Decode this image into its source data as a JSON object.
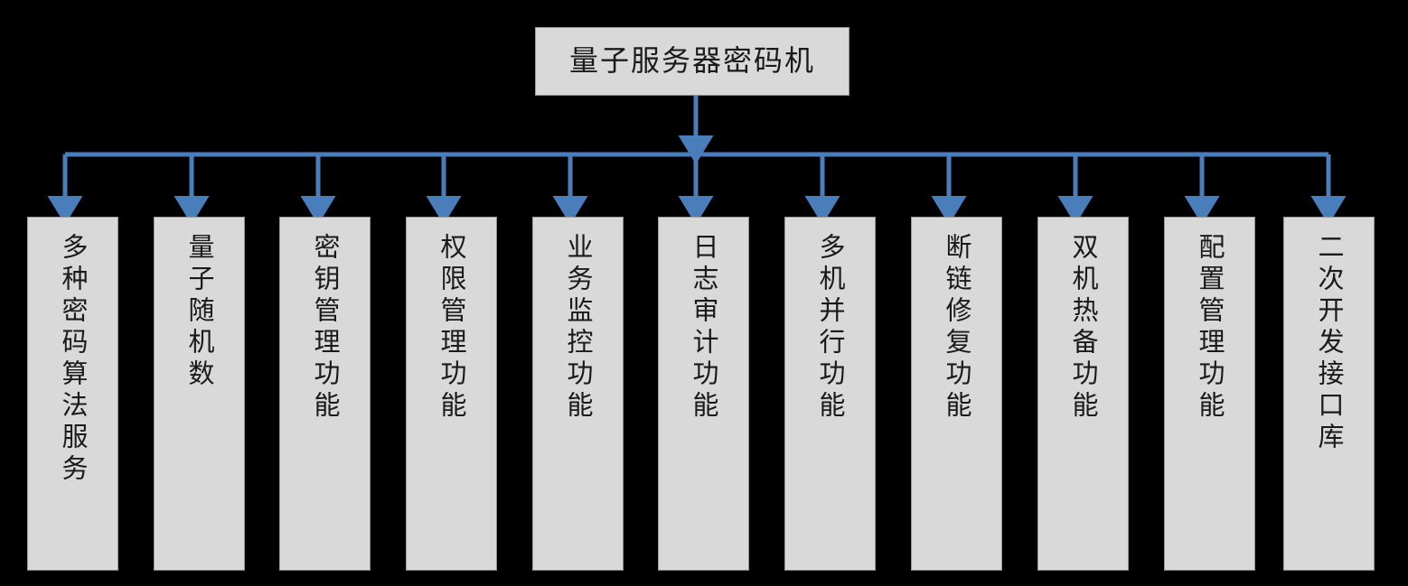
{
  "diagram": {
    "type": "tree",
    "orientation": "top-down",
    "background_color": "#000000",
    "node_fill_color": "#d9d9d9",
    "node_border_color": "#9c9c9c",
    "connector_color": "#4a7ebb",
    "root": {
      "label": "量子服务器密码机"
    },
    "children": [
      {
        "label": "多种密码算法服务"
      },
      {
        "label": "量子随机数"
      },
      {
        "label": "密钥管理功能"
      },
      {
        "label": "权限管理功能"
      },
      {
        "label": "业务监控功能"
      },
      {
        "label": "日志审计功能"
      },
      {
        "label": "多机并行功能"
      },
      {
        "label": "断链修复功能"
      },
      {
        "label": "双机热备功能"
      },
      {
        "label": "配置管理功能"
      },
      {
        "label": "二次开发接口库"
      }
    ]
  }
}
